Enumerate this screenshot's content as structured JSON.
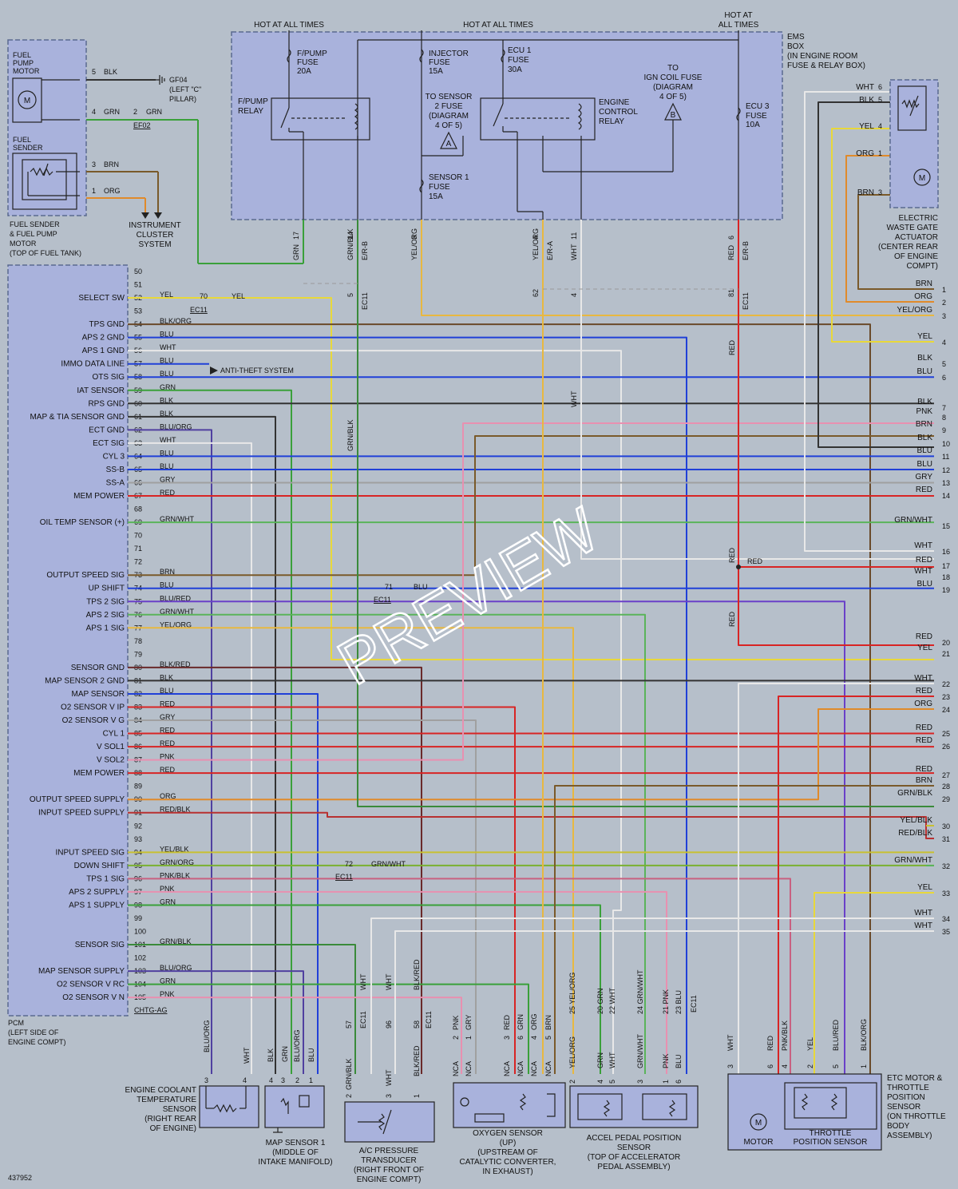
{
  "hot_labels": [
    "HOT AT ALL TIMES",
    "HOT AT ALL TIMES",
    "HOT AT",
    "ALL TIMES"
  ],
  "ems_box": [
    "EMS",
    "BOX",
    "(IN ENGINE ROOM",
    "FUSE & RELAY BOX)"
  ],
  "fuses": [
    [
      "F/PUMP",
      "FUSE",
      "20A"
    ],
    [
      "INJECTOR",
      "FUSE",
      "15A"
    ],
    [
      "ECU 1",
      "FUSE",
      "30A"
    ],
    [
      "ECU 3",
      "FUSE",
      "10A"
    ],
    [
      "SENSOR 1",
      "FUSE",
      "15A"
    ]
  ],
  "relays": [
    [
      "F/PUMP",
      "RELAY"
    ],
    [
      "ENGINE",
      "CONTROL",
      "RELAY"
    ]
  ],
  "sensor2_fuse": [
    "TO SENSOR",
    "2 FUSE",
    "(DIAGRAM",
    "4 OF 5)"
  ],
  "ign_coil": [
    "TO",
    "IGN COIL FUSE",
    "(DIAGRAM",
    "4 OF 5)"
  ],
  "tri_a": "A",
  "tri_b": "B",
  "fuel_pump_motor": [
    "FUEL",
    "PUMP",
    "MOTOR"
  ],
  "fuel_sender": [
    "FUEL",
    "SENDER"
  ],
  "fuel_assembly": [
    "FUEL SENDER",
    "& FUEL PUMP",
    "MOTOR",
    "(TOP OF FUEL TANK)"
  ],
  "fuel_pins": [
    {
      "pin": "5",
      "color": "BLK"
    },
    {
      "pin": "4",
      "color": "GRN"
    },
    {
      "pin": "3",
      "color": "BRN"
    },
    {
      "pin": "1",
      "color": "ORG"
    }
  ],
  "gf04": [
    "GF04",
    "(LEFT \"C\"",
    "PILLAR)"
  ],
  "ef02": {
    "pin": "2",
    "color": "GRN",
    "conn": "EF02"
  },
  "instrument_cluster": [
    "INSTRUMENT",
    "CLUSTER",
    "SYSTEM"
  ],
  "ems_wires": [
    {
      "pin": "17",
      "color": "GRN",
      "conn": ""
    },
    {
      "pin": "14",
      "color": "GRN/BLK",
      "conn": "E/R-B"
    },
    {
      "pin": "3",
      "color": "YEL/ORG",
      "conn": ""
    },
    {
      "pin": "4",
      "color": "YEL/ORG",
      "conn": "E/R-A"
    },
    {
      "pin": "11",
      "color": "WHT",
      "conn": ""
    },
    {
      "pin": "6",
      "color": "RED",
      "conn": "E/R-B"
    }
  ],
  "ec11_pins": [
    "5",
    "62",
    "4",
    "81"
  ],
  "ec11": "EC11",
  "wire_mid_labels": [
    "GRN/BLK",
    "WHT",
    "RED",
    "RED",
    "RED",
    "RED"
  ],
  "pcm_label": [
    "PCM",
    "(LEFT SIDE OF",
    "ENGINE COMPT)"
  ],
  "pcm_pins": [
    {
      "pin": "50",
      "name": "",
      "color": ""
    },
    {
      "pin": "51",
      "name": "",
      "color": ""
    },
    {
      "pin": "52",
      "name": "SELECT SW",
      "color": "YEL"
    },
    {
      "pin": "53",
      "name": "",
      "color": ""
    },
    {
      "pin": "54",
      "name": "TPS GND",
      "color": "BLK/ORG"
    },
    {
      "pin": "55",
      "name": "APS 2 GND",
      "color": "BLU"
    },
    {
      "pin": "56",
      "name": "APS 1 GND",
      "color": "WHT"
    },
    {
      "pin": "57",
      "name": "IMMO DATA LINE",
      "color": "BLU"
    },
    {
      "pin": "58",
      "name": "OTS SIG",
      "color": "BLU"
    },
    {
      "pin": "59",
      "name": "IAT SENSOR",
      "color": "GRN"
    },
    {
      "pin": "60",
      "name": "RPS GND",
      "color": "BLK"
    },
    {
      "pin": "61",
      "name": "MAP & TIA SENSOR GND",
      "color": "BLK"
    },
    {
      "pin": "62",
      "name": "ECT GND",
      "color": "BLU/ORG"
    },
    {
      "pin": "63",
      "name": "ECT SIG",
      "color": "WHT"
    },
    {
      "pin": "64",
      "name": "CYL 3",
      "color": "BLU"
    },
    {
      "pin": "65",
      "name": "SS-B",
      "color": "BLU"
    },
    {
      "pin": "66",
      "name": "SS-A",
      "color": "GRY"
    },
    {
      "pin": "67",
      "name": "MEM POWER",
      "color": "RED"
    },
    {
      "pin": "68",
      "name": "",
      "color": ""
    },
    {
      "pin": "69",
      "name": "OIL TEMP SENSOR (+)",
      "color": "GRN/WHT"
    },
    {
      "pin": "70",
      "name": "",
      "color": ""
    },
    {
      "pin": "71",
      "name": "",
      "color": ""
    },
    {
      "pin": "72",
      "name": "",
      "color": ""
    },
    {
      "pin": "73",
      "name": "OUTPUT SPEED SIG",
      "color": "BRN"
    },
    {
      "pin": "74",
      "name": "UP SHIFT",
      "color": "BLU"
    },
    {
      "pin": "75",
      "name": "TPS 2 SIG",
      "color": "BLU/RED"
    },
    {
      "pin": "76",
      "name": "APS 2 SIG",
      "color": "GRN/WHT"
    },
    {
      "pin": "77",
      "name": "APS 1 SIG",
      "color": "YEL/ORG"
    },
    {
      "pin": "78",
      "name": "",
      "color": ""
    },
    {
      "pin": "79",
      "name": "",
      "color": ""
    },
    {
      "pin": "80",
      "name": "SENSOR GND",
      "color": "BLK/RED"
    },
    {
      "pin": "81",
      "name": "MAP SENSOR 2 GND",
      "color": "BLK"
    },
    {
      "pin": "82",
      "name": "MAP SENSOR",
      "color": "BLU"
    },
    {
      "pin": "83",
      "name": "O2 SENSOR V IP",
      "color": "RED"
    },
    {
      "pin": "84",
      "name": "O2 SENSOR V G",
      "color": "GRY"
    },
    {
      "pin": "85",
      "name": "CYL 1",
      "color": "RED"
    },
    {
      "pin": "86",
      "name": "V SOL1",
      "color": "RED"
    },
    {
      "pin": "87",
      "name": "V SOL2",
      "color": "PNK"
    },
    {
      "pin": "88",
      "name": "MEM POWER",
      "color": "RED"
    },
    {
      "pin": "89",
      "name": "",
      "color": ""
    },
    {
      "pin": "90",
      "name": "OUTPUT SPEED SUPPLY",
      "color": "ORG"
    },
    {
      "pin": "91",
      "name": "INPUT SPEED SUPPLY",
      "color": "RED/BLK"
    },
    {
      "pin": "92",
      "name": "",
      "color": ""
    },
    {
      "pin": "93",
      "name": "",
      "color": ""
    },
    {
      "pin": "94",
      "name": "INPUT SPEED SIG",
      "color": "YEL/BLK"
    },
    {
      "pin": "95",
      "name": "DOWN SHIFT",
      "color": "GRN/ORG"
    },
    {
      "pin": "96",
      "name": "TPS 1 SIG",
      "color": "PNK/BLK"
    },
    {
      "pin": "97",
      "name": "APS 2 SUPPLY",
      "color": "PNK"
    },
    {
      "pin": "98",
      "name": "APS 1 SUPPLY",
      "color": "GRN"
    },
    {
      "pin": "99",
      "name": "",
      "color": ""
    },
    {
      "pin": "100",
      "name": "",
      "color": ""
    },
    {
      "pin": "101",
      "name": "SENSOR SIG",
      "color": "GRN/BLK"
    },
    {
      "pin": "102",
      "name": "",
      "color": ""
    },
    {
      "pin": "103",
      "name": "MAP SENSOR SUPPLY",
      "color": "BLU/ORG"
    },
    {
      "pin": "104",
      "name": "O2 SENSOR V RC",
      "color": "GRN"
    },
    {
      "pin": "105",
      "name": "O2 SENSOR V N",
      "color": "PNK"
    }
  ],
  "ec11_70": {
    "pin": "70",
    "conn": "EC11",
    "color": "YEL"
  },
  "ec11_71": {
    "pin": "71",
    "conn": "EC11",
    "color": "BLU"
  },
  "ec11_72": {
    "pin": "72",
    "conn": "EC11",
    "color": "GRN/WHT"
  },
  "anti_theft": "ANTI-THEFT SYSTEM",
  "chtg": "CHTG-AG",
  "right_wires": [
    {
      "n": "1",
      "c": "BRN"
    },
    {
      "n": "2",
      "c": "ORG"
    },
    {
      "n": "3",
      "c": "YEL/ORG"
    },
    {
      "n": "4",
      "c": "YEL"
    },
    {
      "n": "5",
      "c": "BLK"
    },
    {
      "n": "6",
      "c": "BLU"
    },
    {
      "n": "7",
      "c": "BLK"
    },
    {
      "n": "8",
      "c": "PNK"
    },
    {
      "n": "9",
      "c": "BRN"
    },
    {
      "n": "10",
      "c": "BLK"
    },
    {
      "n": "11",
      "c": "BLU"
    },
    {
      "n": "12",
      "c": "BLU"
    },
    {
      "n": "13",
      "c": "GRY"
    },
    {
      "n": "14",
      "c": "RED"
    },
    {
      "n": "15",
      "c": "GRN/WHT"
    },
    {
      "n": "16",
      "c": "WHT"
    },
    {
      "n": "17",
      "c": "RED"
    },
    {
      "n": "18",
      "c": "WHT"
    },
    {
      "n": "19",
      "c": "BLU"
    },
    {
      "n": "20",
      "c": "RED"
    },
    {
      "n": "21",
      "c": "YEL"
    },
    {
      "n": "22",
      "c": "WHT"
    },
    {
      "n": "23",
      "c": "RED"
    },
    {
      "n": "24",
      "c": "ORG"
    },
    {
      "n": "25",
      "c": "RED"
    },
    {
      "n": "26",
      "c": "RED"
    },
    {
      "n": "27",
      "c": "RED"
    },
    {
      "n": "28",
      "c": "BRN"
    },
    {
      "n": "29",
      "c": "GRN/BLK"
    },
    {
      "n": "30",
      "c": "YEL/BLK"
    },
    {
      "n": "31",
      "c": "RED/BLK"
    },
    {
      "n": "32",
      "c": "GRN/WHT"
    },
    {
      "n": "33",
      "c": "YEL"
    },
    {
      "n": "34",
      "c": "WHT"
    },
    {
      "n": "35",
      "c": "WHT"
    }
  ],
  "splice_red": "RED",
  "waste_gate": [
    "ELECTRIC",
    "WASTE GATE",
    "ACTUATOR",
    "(CENTER REAR",
    "OF ENGINE",
    "COMPT)"
  ],
  "wg_pins": [
    {
      "pin": "6",
      "color": "WHT"
    },
    {
      "pin": "5",
      "color": "BLK"
    },
    {
      "pin": "4",
      "color": "YEL"
    },
    {
      "pin": "1",
      "color": "ORG"
    },
    {
      "pin": "3",
      "color": "BRN"
    }
  ],
  "ect_sensor": {
    "label": [
      "ENGINE COOLANT",
      "TEMPERATURE",
      "SENSOR",
      "(RIGHT REAR",
      "OF ENGINE)"
    ],
    "pins": [
      {
        "p": "3",
        "c": "BLU/ORG"
      },
      {
        "p": "4",
        "c": "WHT"
      }
    ]
  },
  "map_sensor": {
    "label": [
      "MAP SENSOR 1",
      "(MIDDLE OF",
      "INTAKE MANIFOLD)"
    ],
    "pins": [
      {
        "p": "4",
        "c": "BLK"
      },
      {
        "p": "3",
        "c": "GRN"
      },
      {
        "p": "2",
        "c": "BLU/ORG"
      },
      {
        "p": "1",
        "c": "BLU"
      }
    ]
  },
  "ac_sensor": {
    "label": [
      "A/C PRESSURE",
      "TRANSDUCER",
      "(RIGHT FRONT OF",
      "ENGINE COMPT)"
    ],
    "pins": [
      {
        "p": "2",
        "c": "GRN/BLK"
      },
      {
        "p": "3",
        "c": "WHT"
      },
      {
        "p": "1",
        "c": "BLK/RED"
      }
    ],
    "ec11": [
      {
        "p": "57",
        "c": "GRN/BLK"
      },
      {
        "p": "96",
        "c": "WHT"
      },
      {
        "p": "58",
        "c": "BLK/RED"
      }
    ],
    "upper": [
      "WHT",
      "WHT",
      "BLK/RED"
    ]
  },
  "o2_sensor": {
    "label": [
      "OXYGEN SENSOR",
      "(UP)",
      "(UPSTREAM OF",
      "CATALYTIC CONVERTER,",
      "IN EXHAUST)"
    ],
    "top": [
      {
        "p": "2",
        "c": "PNK"
      },
      {
        "p": "1",
        "c": "GRY"
      },
      {
        "p": "3",
        "c": "RED"
      },
      {
        "p": "6",
        "c": "GRN"
      },
      {
        "p": "4",
        "c": "ORG"
      },
      {
        "p": "5",
        "c": "BRN"
      }
    ],
    "nca": [
      "NCA",
      "NCA",
      "NCA",
      "NCA",
      "NCA",
      "NCA"
    ]
  },
  "app_sensor": {
    "label": [
      "ACCEL PEDAL POSITION",
      "SENSOR",
      "(TOP OF ACCELERATOR",
      "PEDAL ASSEMBLY)"
    ],
    "top": [
      {
        "p": "25",
        "c": "YEL/ORG"
      },
      {
        "p": "20",
        "c": "GRN"
      },
      {
        "p": "22",
        "c": "WHT"
      },
      {
        "p": "24",
        "c": "GRN/WHT"
      },
      {
        "p": "21",
        "c": "PNK"
      },
      {
        "p": "23",
        "c": "BLU"
      }
    ],
    "pins": [
      {
        "p": "2",
        "c": "YEL/ORG"
      },
      {
        "p": "4",
        "c": "GRN"
      },
      {
        "p": "5",
        "c": "WHT"
      },
      {
        "p": "3",
        "c": "GRN/WHT"
      },
      {
        "p": "1",
        "c": "PNK"
      },
      {
        "p": "6",
        "c": "BLU"
      }
    ]
  },
  "etc": {
    "label": [
      "ETC MOTOR &",
      "THROTTLE",
      "POSITION",
      "SENSOR",
      "(ON THROTTLE",
      "BODY",
      "ASSEMBLY)"
    ],
    "motor": "MOTOR",
    "tps": [
      "THROTTLE",
      "POSITION SENSOR"
    ],
    "pins": [
      {
        "p": "3",
        "c": "WHT"
      },
      {
        "p": "6",
        "c": "RED"
      },
      {
        "p": "4",
        "c": "PNK/BLK"
      },
      {
        "p": "2",
        "c": "YEL"
      },
      {
        "p": "5",
        "c": "BLU/RED"
      },
      {
        "p": "1",
        "c": "BLK/ORG"
      }
    ]
  },
  "diagram_id": "437952",
  "watermark": "PREVIEW",
  "colors": {
    "box": "#a9b2dc",
    "bg": "#b6bfca"
  }
}
